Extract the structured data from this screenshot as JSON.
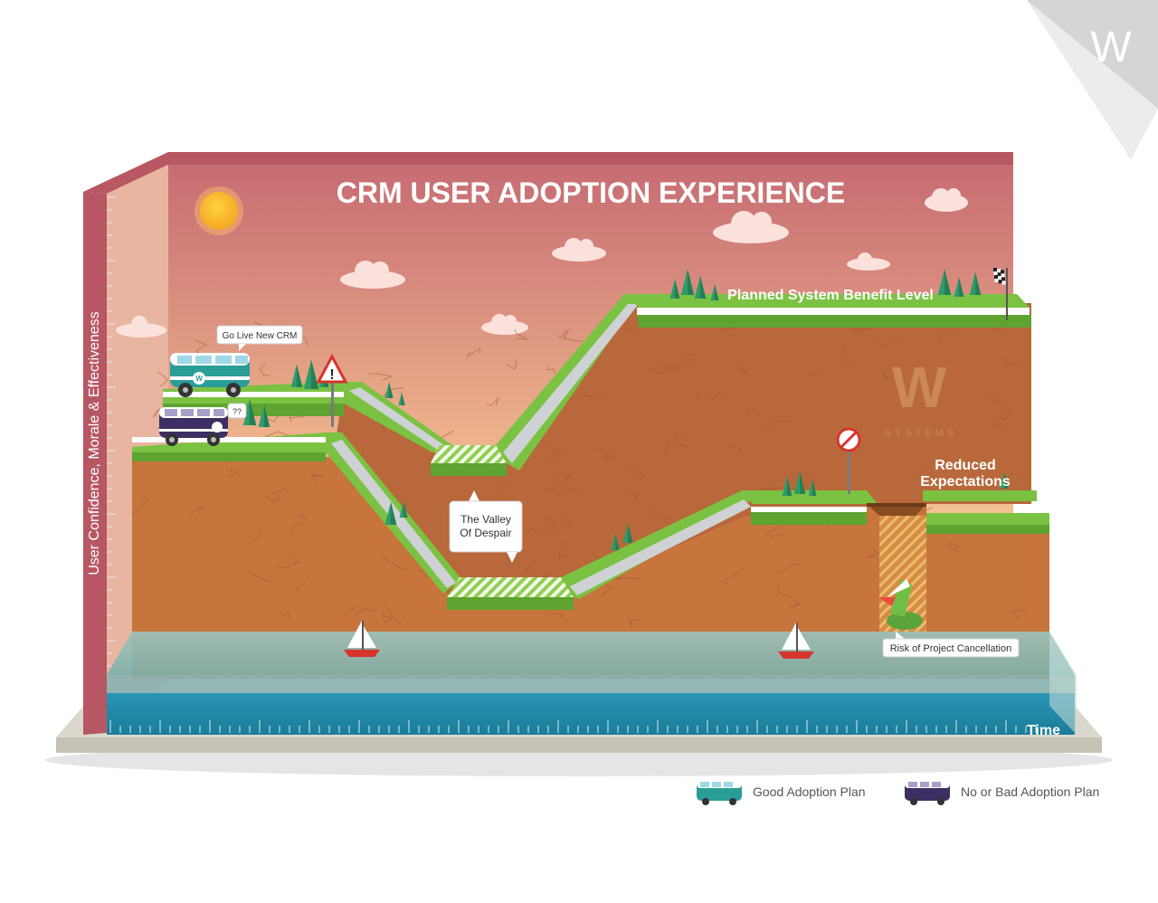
{
  "title": "CRM USER ADOPTION EXPERIENCE",
  "axes": {
    "y_label": "User Confidence, Morale & Effectiveness",
    "x_label": "Time"
  },
  "callouts": {
    "go_live": "Go Live New CRM",
    "question": "??",
    "valley_line1": "The Valley",
    "valley_line2": "Of Despair",
    "risk": "Risk of Project Cancellation"
  },
  "labels": {
    "planned": "Planned System Benefit Level",
    "reduced_line1": "Reduced",
    "reduced_line2": "Expectations"
  },
  "logo": {
    "letter": "W",
    "word": "SYSTEMS"
  },
  "legend": [
    {
      "label": "Good Adoption Plan",
      "color": "#2a9d97"
    },
    {
      "label": "No or Bad Adoption Plan",
      "color": "#3d2f63"
    }
  ],
  "colors": {
    "grass": "#7bc242",
    "dirt": "#c7743d",
    "water": "#8bb7b3",
    "sky_top": "#c66b72",
    "sky_bottom": "#fde6a3",
    "wall": "#b65763"
  }
}
